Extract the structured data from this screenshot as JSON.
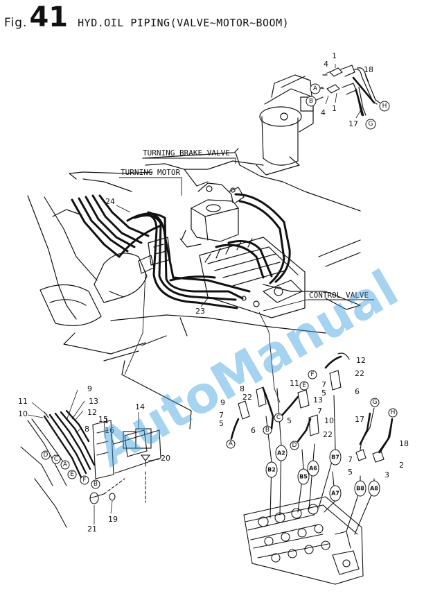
{
  "header": {
    "prefix": "Fig.",
    "number": "41",
    "title": "HYD.OIL PIPING(VALVE~MOTOR~BOOM)"
  },
  "labels": {
    "turning_brake_valve": "TURNING BRAKE VALVE",
    "turning_motor": "TURNING MOTOR",
    "control_valve": "CONTROL VALVE"
  },
  "part_numbers": {
    "p1a": "1",
    "p1b": "1",
    "p4a": "4",
    "p4b": "4",
    "p18a": "18",
    "p17a": "17",
    "p24": "24",
    "p23": "23",
    "p12r": "12",
    "p22r": "22",
    "p7r": "7",
    "p6r": "6",
    "p5r": "5",
    "p13r": "13",
    "p11r": "11",
    "p8m": "8",
    "p22m": "22",
    "p9m": "9",
    "p7m": "7",
    "p5m": "5",
    "p6m": "6",
    "p10m": "10",
    "p5m2": "5",
    "p7m2": "7",
    "p22m2": "22",
    "p17r": "17",
    "p18r": "18",
    "p7r2": "7",
    "p5r2": "5",
    "p2r": "2",
    "p3r": "3",
    "p9l": "9",
    "p13l": "13",
    "p11l": "11",
    "p10l": "10",
    "p12l": "12",
    "p8l": "8",
    "p15l": "15",
    "p16l": "16",
    "p1l": "1",
    "p14l": "14",
    "p20l": "20",
    "p19l": "19",
    "p21l": "21"
  },
  "port_letters": {
    "A1": "A",
    "B1": "B",
    "H1": "H",
    "G1": "G",
    "Fr": "F",
    "Er": "E",
    "Cr": "C",
    "Br": "B",
    "Ar": "A",
    "Dr": "D",
    "Gr": "G",
    "Hr": "H",
    "Dl": "D",
    "Cl": "C",
    "Al": "A",
    "El": "E",
    "Fl": "F",
    "Bl": "B"
  },
  "ports": {
    "B2": "B2",
    "A2": "A2",
    "B5": "B5",
    "A6": "A6",
    "B7": "B7",
    "A7": "A7",
    "B8": "B8",
    "A8": "A8"
  },
  "watermark": "AutoManual",
  "icons": [
    "turning-motor-icon",
    "control-valve-icon",
    "hose-icon",
    "bracket-icon"
  ]
}
